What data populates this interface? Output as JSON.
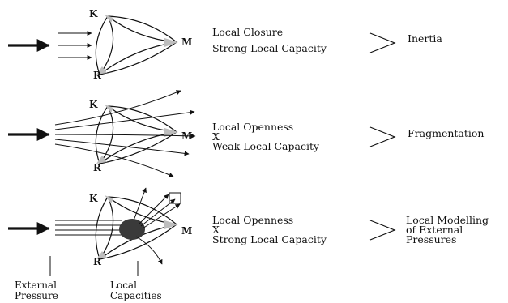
{
  "vertices": {
    "k": "K",
    "m": "M",
    "r": "R"
  },
  "rows": [
    {
      "lines": [
        "Local Closure",
        "Strong Local Capacity"
      ],
      "result": [
        "Inertia"
      ]
    },
    {
      "lines": [
        "Local Openness",
        "X",
        "Weak Local Capacity"
      ],
      "result": [
        "Fragmentation"
      ]
    },
    {
      "lines": [
        "Local Openness",
        "X",
        "Strong Local Capacity"
      ],
      "result": [
        "Local Modelling",
        "of External",
        "Pressures"
      ]
    }
  ],
  "footer": {
    "external_pressure": [
      "External",
      "Pressure"
    ],
    "local_capacities": [
      "Local",
      "Capacities"
    ]
  },
  "colors": {
    "ink": "#111111",
    "shade": "#bdbdbd",
    "core": "#3a3a3a"
  }
}
